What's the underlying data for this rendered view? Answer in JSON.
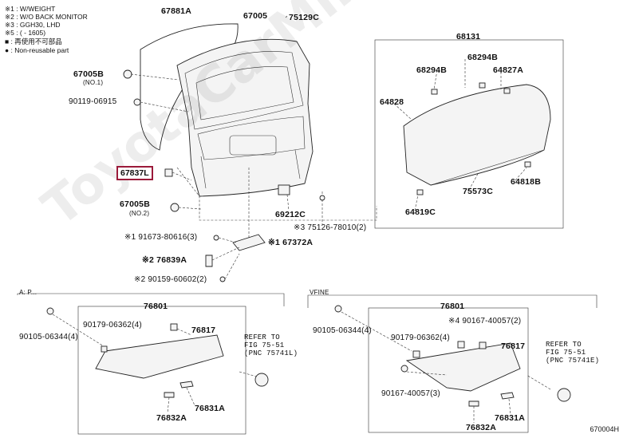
{
  "notes": [
    "※1 : W/WEIGHT",
    "※2 : W/O BACK MONITOR",
    "※3 : GGH30, LHD",
    "※5 : ( - 1605)",
    "■ : 再使用不可部品",
    "● : Non-reusable part"
  ],
  "sections": {
    "left_box": "A: P...",
    "right_box": "VFINE"
  },
  "refer_left": [
    "REFER TO",
    "FIG 75-51",
    "(PNC 75741L)"
  ],
  "refer_right": [
    "REFER TO",
    "FIG 75-51",
    "(PNC 75741E)"
  ],
  "labels": {
    "p67881A": "67881A",
    "p67005": "67005",
    "p75129C": "75129C",
    "p67005B1": "67005B",
    "no1": "(NO.1)",
    "p90119": "90119-06915",
    "p67837L": "67837L",
    "p67005B2": "67005B",
    "no2": "(NO.2)",
    "p69212C": "69212C",
    "p75126": "※3 75126-78010(2)",
    "p91673": "※1 91673-80616(3)",
    "p67372A": "※1 67372A",
    "p76839A": "※2 76839A",
    "p90159": "※2 90159-60602(2)",
    "p68131": "68131",
    "p68294B_a": "68294B",
    "p68294B_b": "68294B",
    "p64827A": "64827A",
    "p64828": "64828",
    "p75573C": "75573C",
    "p64818B": "64818B",
    "p64819C": "64819C",
    "l76801": "76801",
    "l90179": "90179-06362(4)",
    "l76817": "76817",
    "l90105": "90105-06344(4)",
    "l76831A": "76831A",
    "l76832A": "76832A",
    "r76801": "76801",
    "r90105": "90105-06344(4)",
    "r90179": "90179-06362(4)",
    "r90167a": "※4 90167-40057(2)",
    "r76817": "76817",
    "r90167b": "90167-40057(3)",
    "r76831A": "76831A",
    "r76832A": "76832A"
  },
  "watermark": "ToyotaCarMine.ru",
  "drawing_code": "670004H",
  "highlight_color": "#9b1a3a"
}
